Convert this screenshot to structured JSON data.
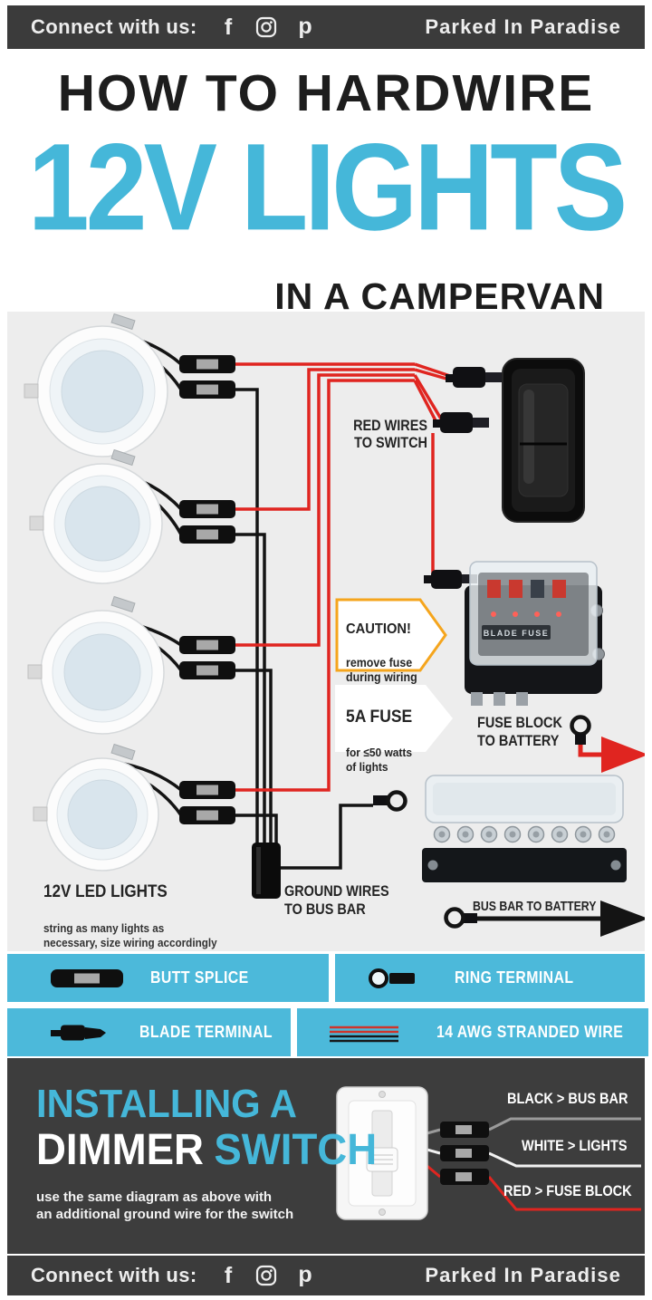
{
  "colors": {
    "accent": "#45b7d9",
    "bar_dark": "#3b3b3b",
    "section_dark": "#3d3d3d",
    "legend_bg": "#4cb9da",
    "wire_red": "#e02520",
    "wire_black": "#141414",
    "caution_orange": "#f5a51d",
    "diagram_bg": "#ededed"
  },
  "header": {
    "connect_label": "Connect with us:",
    "brand": "Parked In Paradise",
    "social_icons": [
      "facebook",
      "instagram",
      "pinterest"
    ]
  },
  "title": {
    "line1": "HOW TO HARDWIRE",
    "line2": "12V LIGHTS",
    "line3": "IN A CAMPERVAN"
  },
  "diagram": {
    "red_wires_label": "RED WIRES\nTO SWITCH",
    "caution_title": "CAUTION!",
    "caution_body": "remove fuse\nduring wiring",
    "fuse_title": "5A FUSE",
    "fuse_body": "for ≤50 watts\nof lights",
    "fuse_block_label": "FUSE BLOCK\nTO BATTERY",
    "fuse_block_text": "BLADE FUSE",
    "led_title": "12V LED LIGHTS",
    "led_body": "string as many lights as\nnecessary, size wiring accordingly",
    "ground_label": "GROUND WIRES\nTO BUS BAR",
    "bus_bar_label": "BUS BAR TO BATTERY"
  },
  "legend": {
    "items": [
      {
        "label": "BUTT SPLICE",
        "icon": "butt-splice"
      },
      {
        "label": "RING TERMINAL",
        "icon": "ring-terminal"
      },
      {
        "label": "BLADE TERMINAL",
        "icon": "blade-terminal"
      },
      {
        "label": "14 AWG STRANDED WIRE",
        "icon": "stranded-wire"
      }
    ]
  },
  "dimmer": {
    "title_line1": "INSTALLING A",
    "title_line2_white": "DIMMER",
    "title_line2_accent": "SWITCH",
    "body": "use the same diagram as above with\nan additional ground wire for the switch",
    "wire_labels": [
      "BLACK > BUS BAR",
      "WHITE > LIGHTS",
      "RED > FUSE BLOCK"
    ]
  },
  "footer": {
    "connect_label": "Connect with us:",
    "brand": "Parked In Paradise"
  }
}
